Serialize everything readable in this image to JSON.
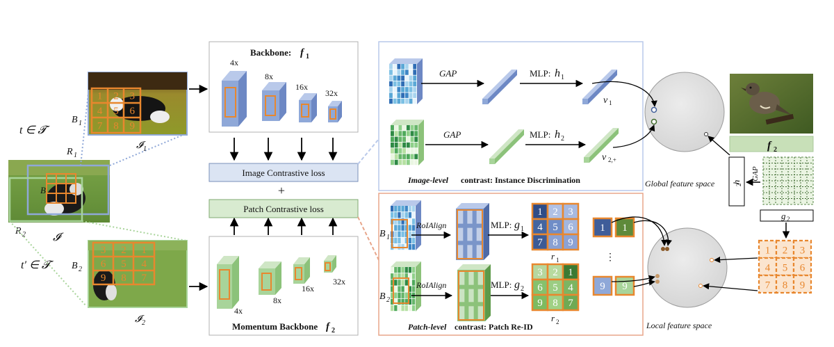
{
  "input": {
    "image_label": "𝓘",
    "r1_label": "R",
    "r1_sub": "1",
    "r2_label": "R",
    "r2_sub": "2",
    "t_label": "t ∈ 𝓣",
    "tp_label": "t′ ∈ 𝓣",
    "i1_label": "𝓘",
    "i1_sub": "1",
    "i2_label": "𝓘",
    "i2_sub": "2",
    "b1_label": "B",
    "b1_sub": "1",
    "b2_label": "B",
    "b2_sub": "2",
    "grid1_numbers": [
      "1",
      "2",
      "3",
      "4",
      "5",
      "6",
      "7",
      "8",
      "9"
    ],
    "grid2_numbers": [
      "3",
      "2",
      "1",
      "6",
      "5",
      "4",
      "9",
      "8",
      "7"
    ]
  },
  "backbone_top": {
    "title": "Backbone: ",
    "title_math": "f",
    "title_sub": "1",
    "scales": [
      "4x",
      "8x",
      "16x",
      "32x"
    ]
  },
  "backbone_bottom": {
    "title": "Momentum Backbone ",
    "title_math": "f",
    "title_sub": "2",
    "scales": [
      "4x",
      "8x",
      "16x",
      "32x"
    ]
  },
  "losses": {
    "image": "Image Contrastive loss",
    "plus": "+",
    "patch": "Patch Contrastive loss"
  },
  "image_level": {
    "gap1": "GAP",
    "gap2": "GAP",
    "mlp1": "MLP: ",
    "mlp1_math": "h",
    "mlp1_sub": "1",
    "mlp2": "MLP: ",
    "mlp2_math": "h",
    "mlp2_sub": "2",
    "v1": "v",
    "v1_sub": "1",
    "v2": "v",
    "v2_sub": "2,+",
    "caption_italic": "Image-level",
    "caption_rest": " contrast: Instance Discrimination"
  },
  "patch_level": {
    "roi1": "RoIAlign",
    "roi2": "RoIAlign",
    "mlp1": "MLP: ",
    "mlp1_math": "g",
    "mlp1_sub": "1",
    "mlp2": "MLP: ",
    "mlp2_math": "g",
    "mlp2_sub": "2",
    "b1": "B",
    "b1_sub": "1",
    "b2": "B",
    "b2_sub": "2",
    "r1": "r",
    "r1_sub": "1",
    "r2": "r",
    "r2_sub": "2",
    "grid_r1": [
      "1",
      "2",
      "3",
      "4",
      "5",
      "6",
      "7",
      "8",
      "9"
    ],
    "grid_r2": [
      "3",
      "2",
      "1",
      "6",
      "5",
      "4",
      "9",
      "8",
      "7"
    ],
    "pair_top": [
      "1",
      "1"
    ],
    "pair_bottom": [
      "9",
      "9"
    ],
    "dots": "⋮",
    "caption_italic": "Patch-level",
    "caption_rest": " contrast: Patch Re-ID"
  },
  "right_panel": {
    "global_space": "Global feature space",
    "local_space": "Local feature space",
    "f2_label": "f",
    "f2_sub": "2",
    "h2_label": "h",
    "h2_sub": "2",
    "gap_label": "GAP",
    "g2_label": "g",
    "g2_sub": "2",
    "grid_numbers": [
      "1",
      "2",
      "3",
      "4",
      "5",
      "6",
      "7",
      "8",
      "9"
    ]
  },
  "colors": {
    "orange": "#e8872e",
    "blue_box": "#dbe4f3",
    "green_box": "#d8ebd0",
    "blue_feat": "#8fa8d8",
    "green_feat": "#a8d49a",
    "sphere": "#e3e3e3"
  }
}
